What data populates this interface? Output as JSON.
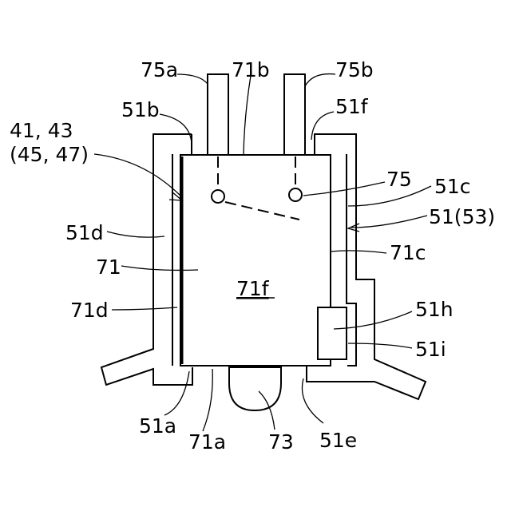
{
  "labels": {
    "l75a": "75a",
    "l71b": "71b",
    "l75b": "75b",
    "l51b": "51b",
    "l51f": "51f",
    "l4143": "41, 43",
    "l4547": "(45, 47)",
    "l75": "75",
    "l51c": "51c",
    "l5153": "51(53)",
    "l51d": "51d",
    "l71": "71",
    "l71c": "71c",
    "l71f": "71f",
    "l71d": "71d",
    "l51h": "51h",
    "l51i": "51i",
    "l51a": "51a",
    "l71a": "71a",
    "l73": "73",
    "l51e": "51e"
  }
}
